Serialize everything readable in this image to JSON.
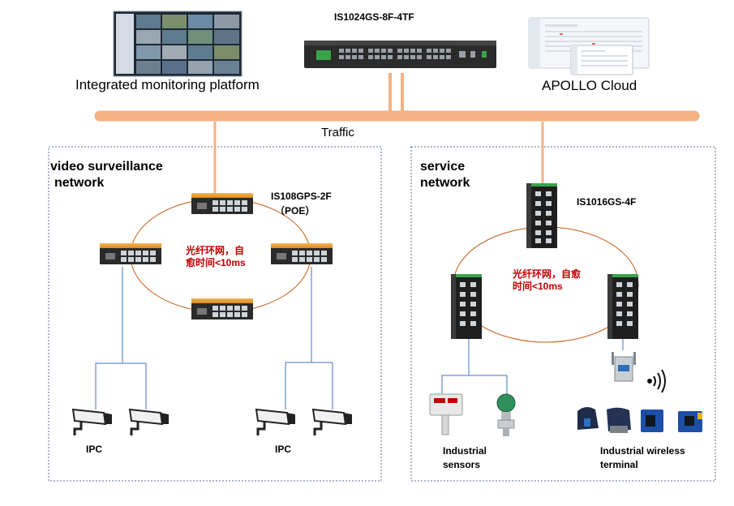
{
  "top": {
    "switch_model": "IS1024GS-8F-4TF",
    "monitoring_platform": "Integrated monitoring platform",
    "cloud": "APOLLO Cloud",
    "traffic": "Traffic"
  },
  "left_group": {
    "title_line1": "video surveillance",
    "title_line2": "network",
    "switch_model": "IS108GPS-2F",
    "switch_note": "（POE）",
    "ring_text_line1": "光纤环网，自",
    "ring_text_line2": "愈时间<10ms",
    "ipc_left": "IPC",
    "ipc_right": "IPC"
  },
  "right_group": {
    "title_line1": "service",
    "title_line2": "network",
    "switch_model": "IS1016GS-4F",
    "ring_text_line1": "光纤环网，自愈",
    "ring_text_line2": "时间<10ms",
    "sensors_line1": "Industrial",
    "sensors_line2": "sensors",
    "wireless_line1": "Industrial wireless",
    "wireless_line2": "terminal"
  },
  "colors": {
    "trunk": "#f4b183",
    "blue_line": "#4472c4",
    "ring": "#c55a11",
    "dotted_border": "#5a6e90",
    "ring_text": "#c00000",
    "switch_orange": "#e8a23c"
  },
  "icons": {
    "monitor": "monitoring-screen-icon",
    "cloud": "cloud-dashboard-icon",
    "camera": "cctv-camera-icon",
    "sensor": "industrial-sensor-icon",
    "wireless": "wireless-terminal-icon",
    "signal": "wifi-signal-icon"
  }
}
